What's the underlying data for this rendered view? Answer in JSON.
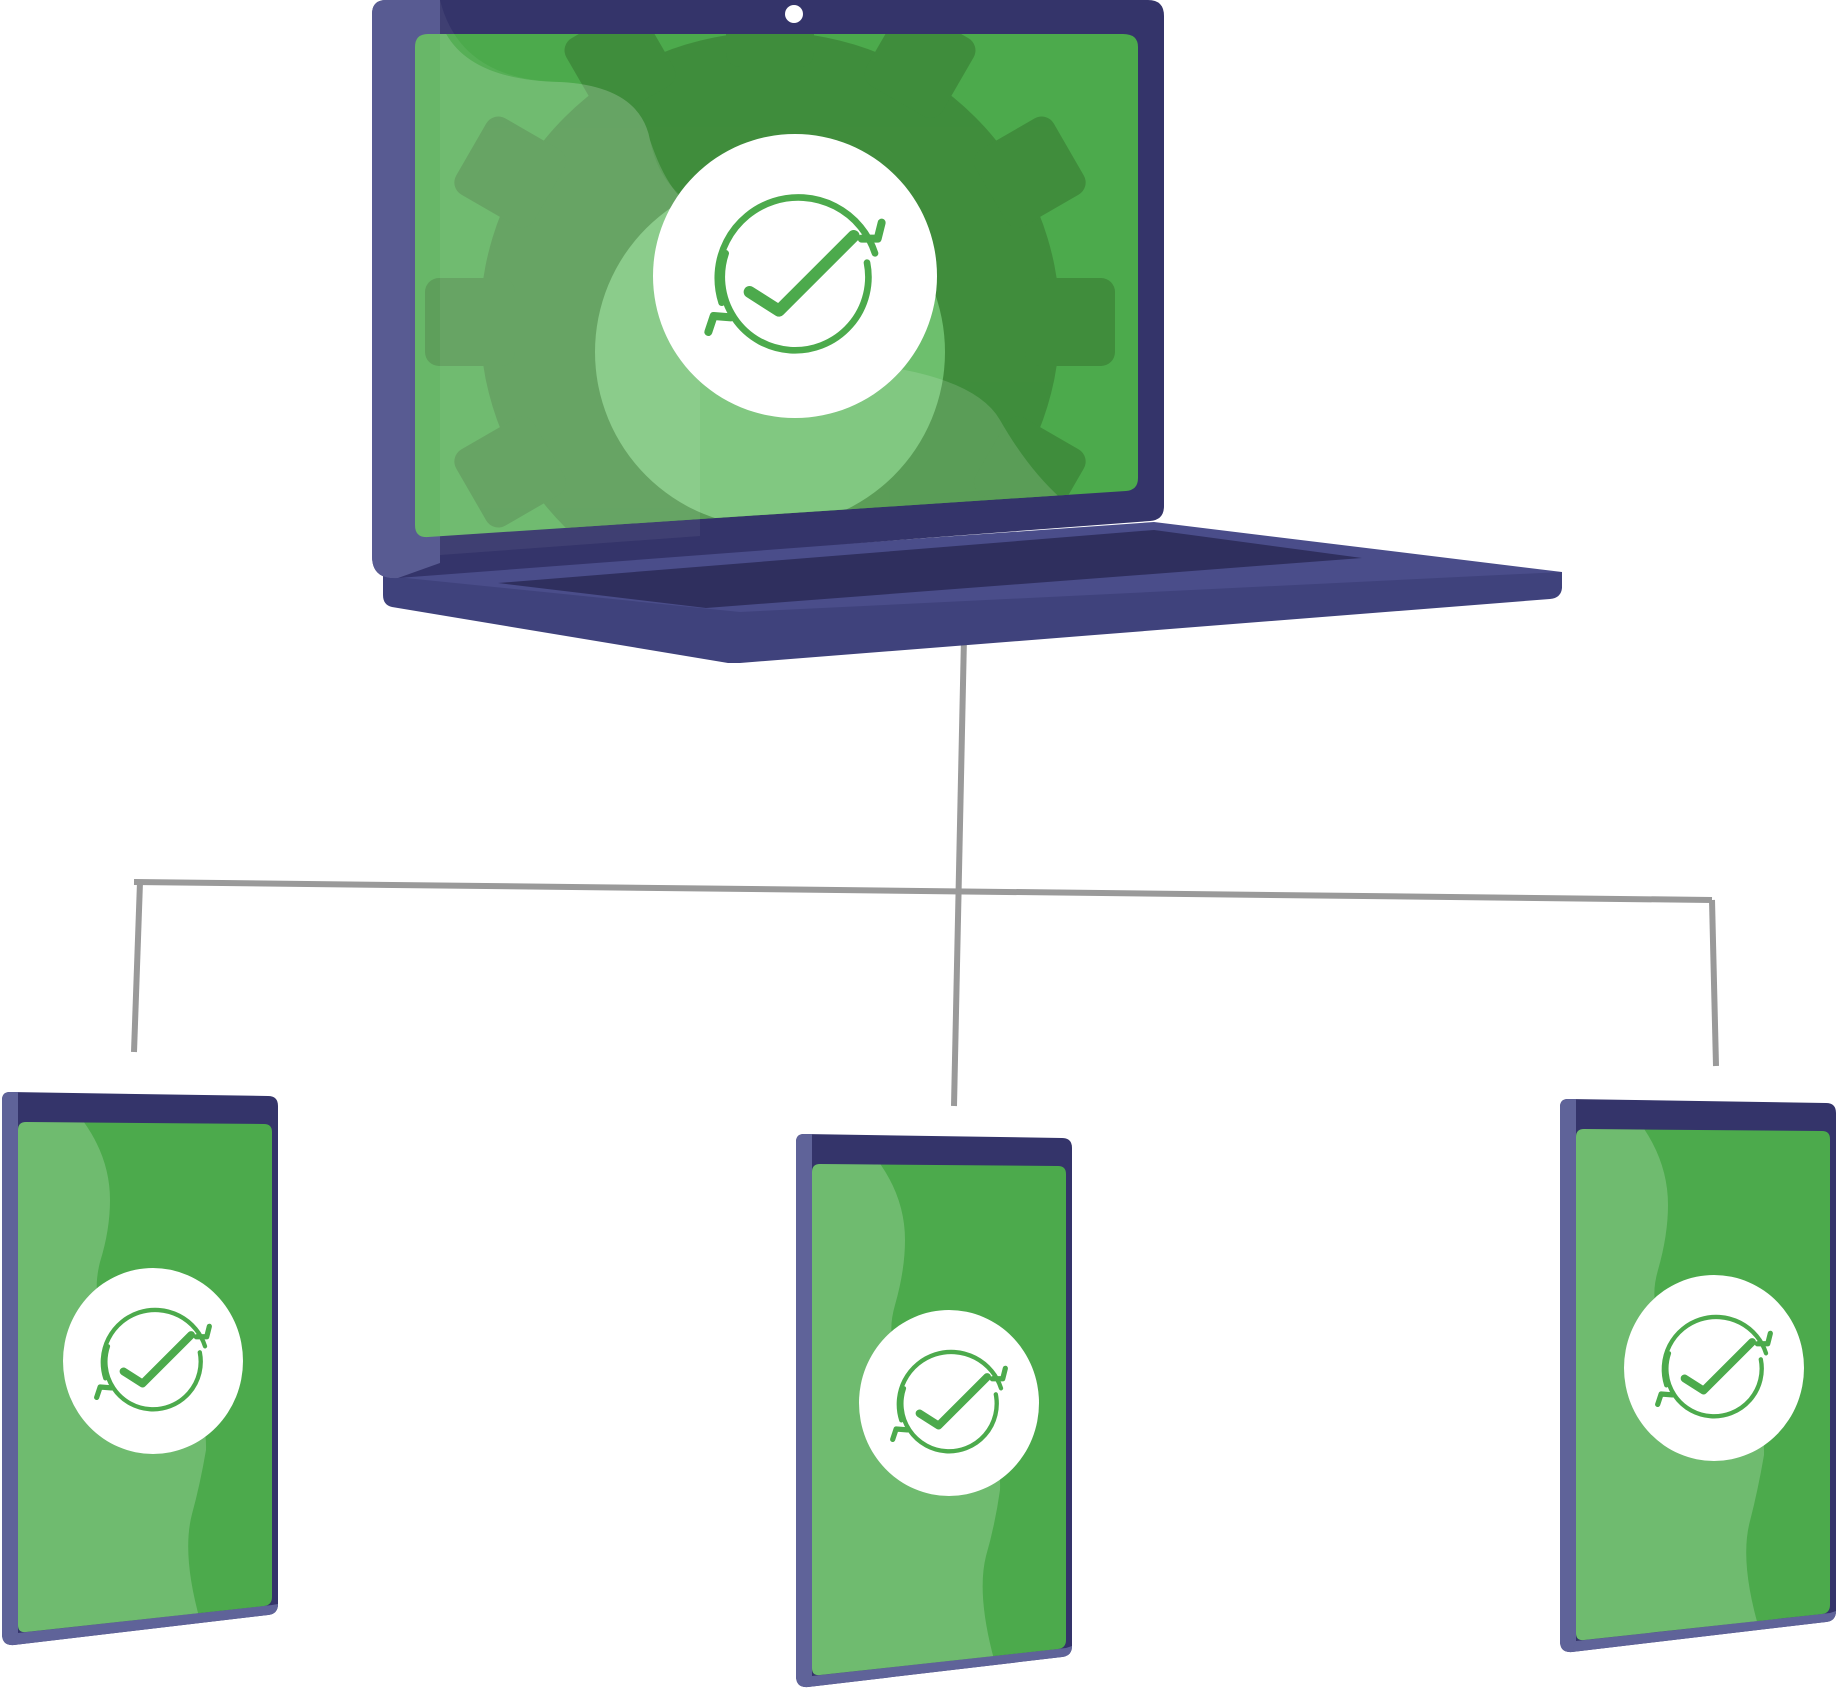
{
  "colors": {
    "background": "#ffffff",
    "frame_dark": "#34346a",
    "frame_mid": "#3f427c",
    "frame_light": "#5f6399",
    "keyboard": "#2f2f5e",
    "screen_green": "#4caa4c",
    "screen_green_light": "#6dbf6d",
    "gear_green": "#3f8a3b",
    "badge_white": "#ffffff",
    "check_green": "#4caa4c",
    "connector_gray": "#9a9a9a"
  },
  "icons": {
    "laptop": "laptop-icon",
    "gear": "gear-icon",
    "sync_check": "sync-check-icon",
    "tablet": "tablet-icon"
  },
  "nodes": {
    "hub": {
      "device": "laptop",
      "badge": "sync-check"
    },
    "children": [
      {
        "device": "tablet",
        "badge": "sync-check"
      },
      {
        "device": "tablet",
        "badge": "sync-check"
      },
      {
        "device": "tablet",
        "badge": "sync-check"
      }
    ]
  }
}
